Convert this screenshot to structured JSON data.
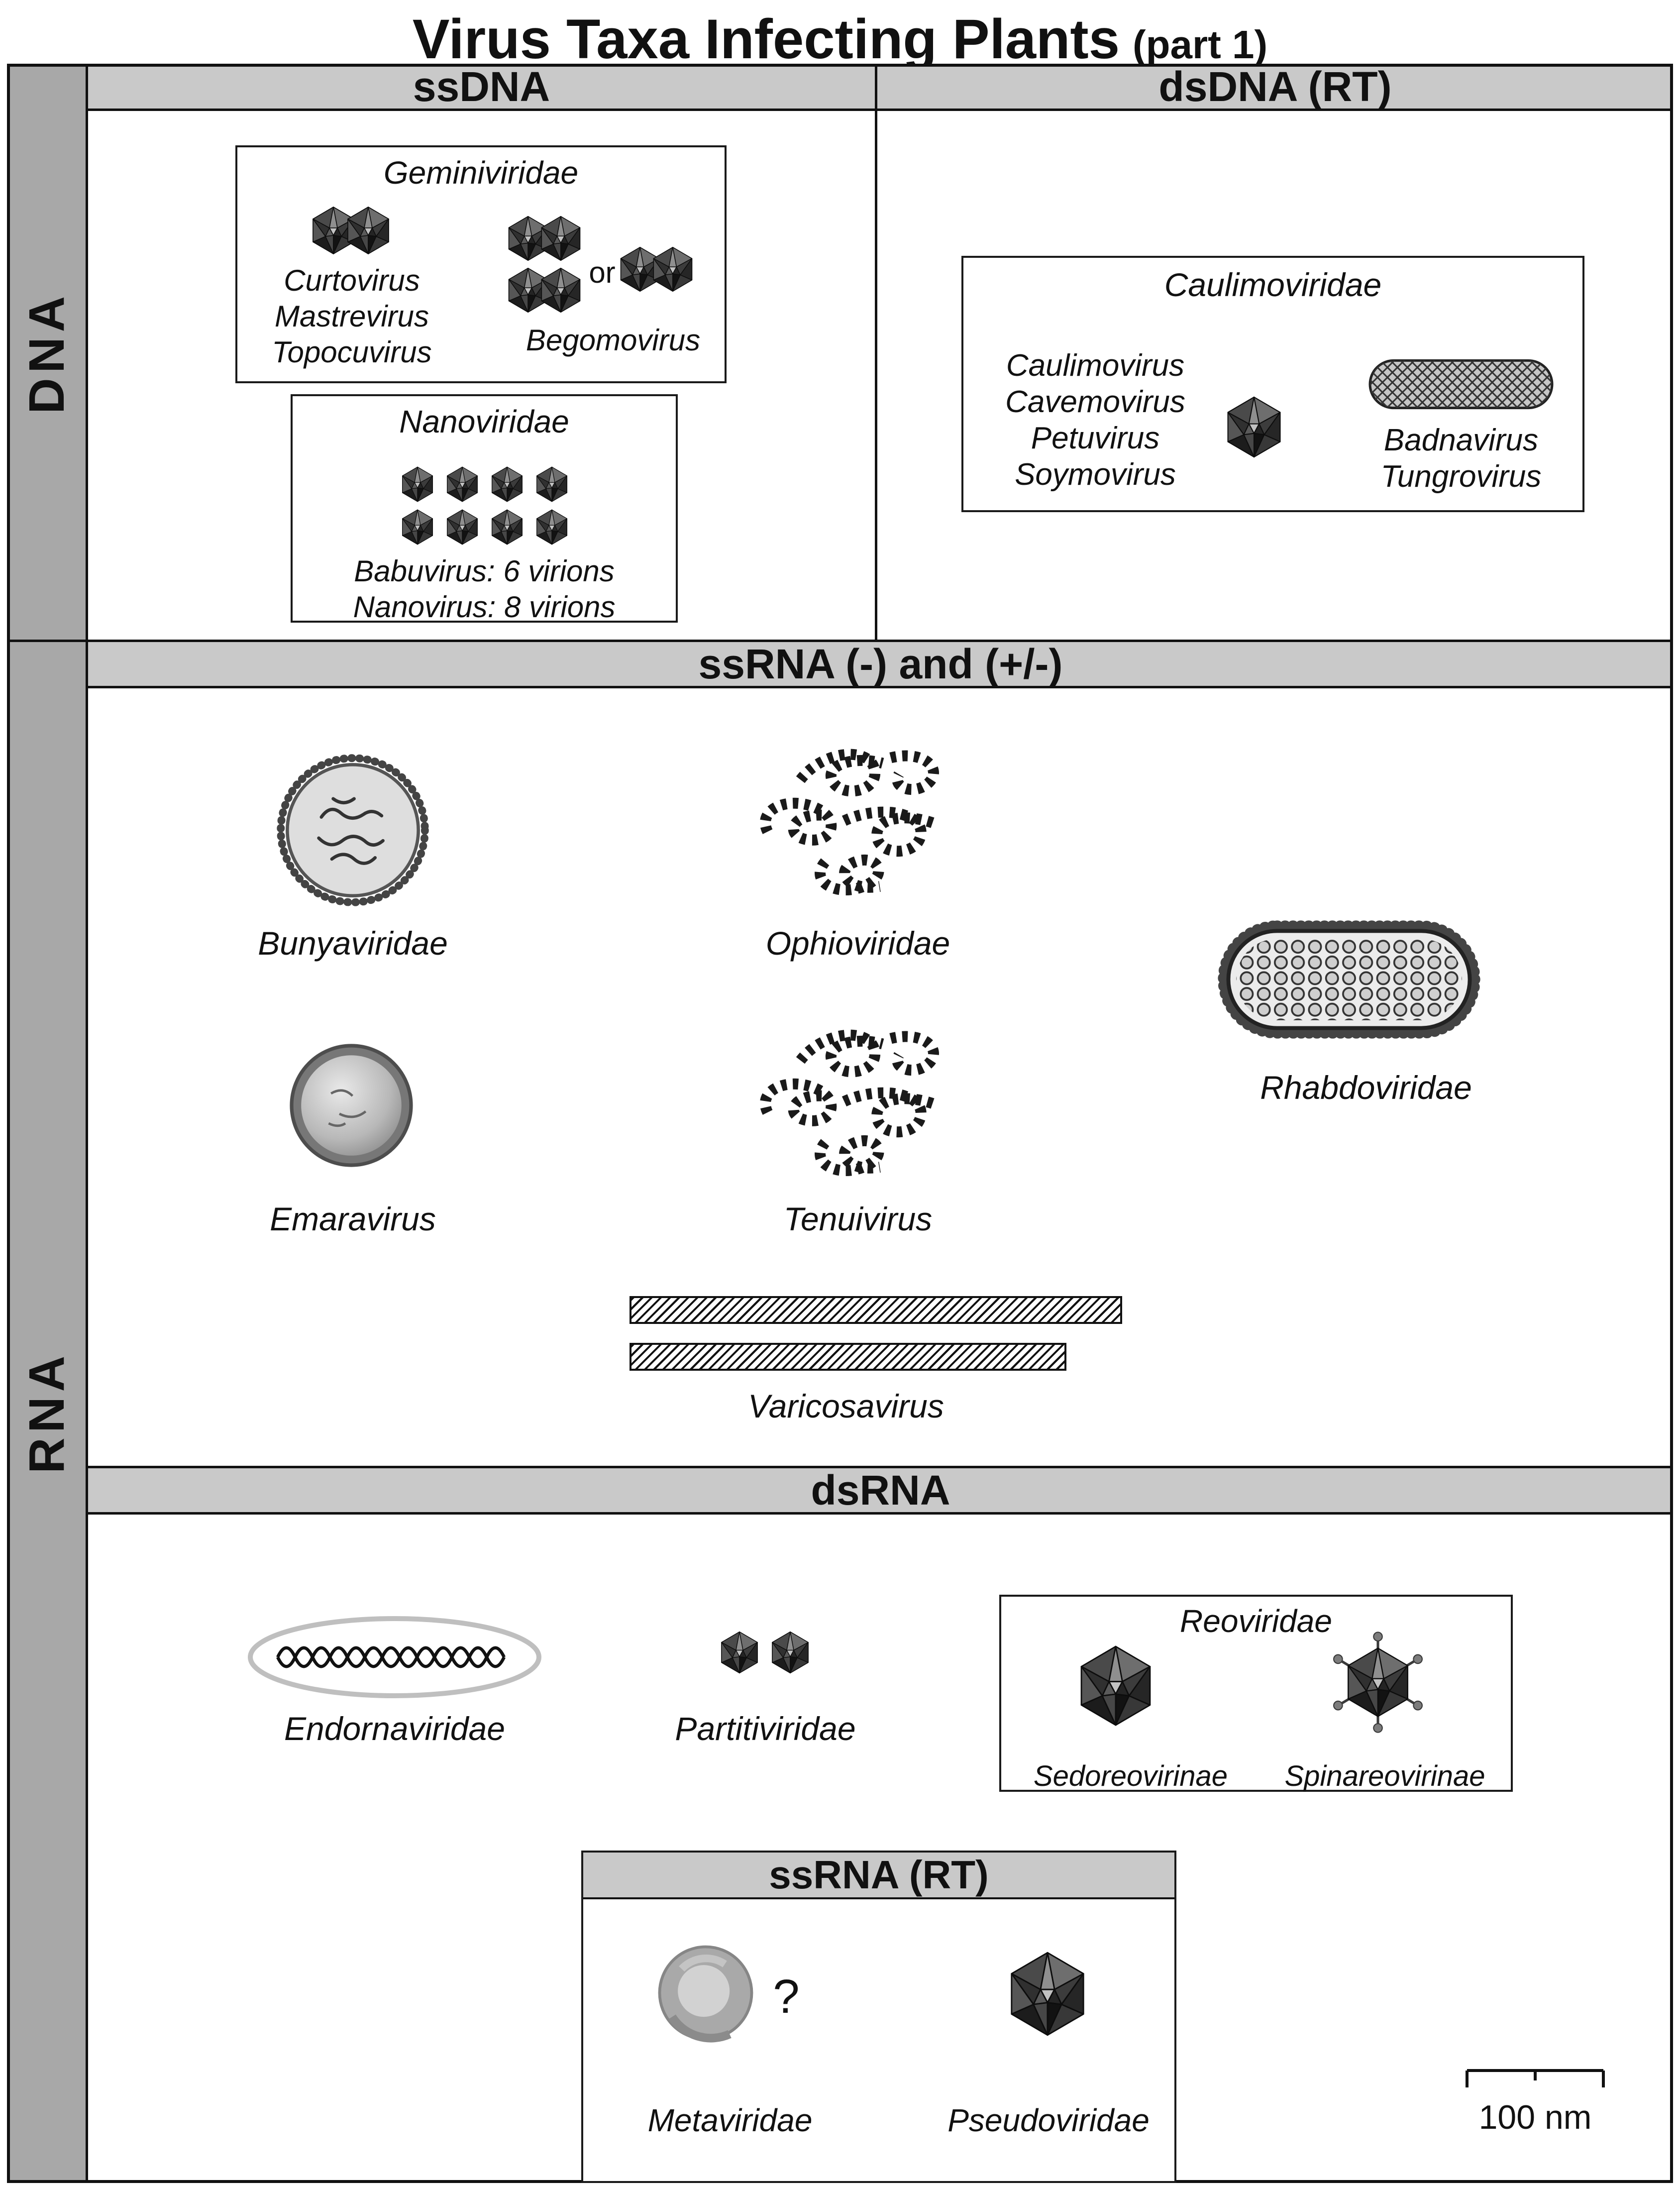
{
  "title": {
    "main": "Virus Taxa Infecting Plants",
    "part": "(part 1)"
  },
  "row_labels": {
    "dna": "DNA",
    "rna": "RNA"
  },
  "headers": {
    "ssdna": "ssDNA",
    "dsdna": "dsDNA (RT)",
    "ssrna_neg": "ssRNA (-) and (+/-)",
    "dsrna": "dsRNA",
    "ssrna_rt": "ssRNA (RT)"
  },
  "ssdna": {
    "geminiviridae": {
      "title": "Geminiviridae",
      "genera_left": "Curtovirus\nMastrevirus\nTopocuvirus",
      "or_label": "or",
      "genus_right": "Begomovirus"
    },
    "nanoviridae": {
      "title": "Nanoviridae",
      "caption": "Babuvirus: 6 virions\nNanovirus: 8 virions"
    }
  },
  "dsdna": {
    "caulimoviridae": {
      "title": "Caulimoviridae",
      "genera_left": "Caulimovirus\nCavemovirus\nPetuvirus\nSoymovirus",
      "genera_right": "Badnavirus\nTungrovirus"
    }
  },
  "ssrna_neg": {
    "bunyaviridae": "Bunyaviridae",
    "ophioviridae": "Ophioviridae",
    "rhabdoviridae": "Rhabdoviridae",
    "emaravirus": "Emaravirus",
    "tenuivirus": "Tenuivirus",
    "varicosavirus": "Varicosavirus"
  },
  "dsrna": {
    "endornaviridae": "Endornaviridae",
    "partitiviridae": "Partitiviridae",
    "reoviridae": {
      "title": "Reoviridae",
      "sedoreovirinae": "Sedoreovirinae",
      "spinareovirinae": "Spinareovirinae"
    }
  },
  "ssrna_rt": {
    "metaviridae": "Metaviridae",
    "uncertain": "?",
    "pseudoviridae": "Pseudoviridae"
  },
  "scalebar": {
    "label": "100 nm"
  },
  "colors": {
    "band_bg": "#c9c9c9",
    "sidebar_bg": "#a8a8a8",
    "border": "#1a1a1a"
  }
}
